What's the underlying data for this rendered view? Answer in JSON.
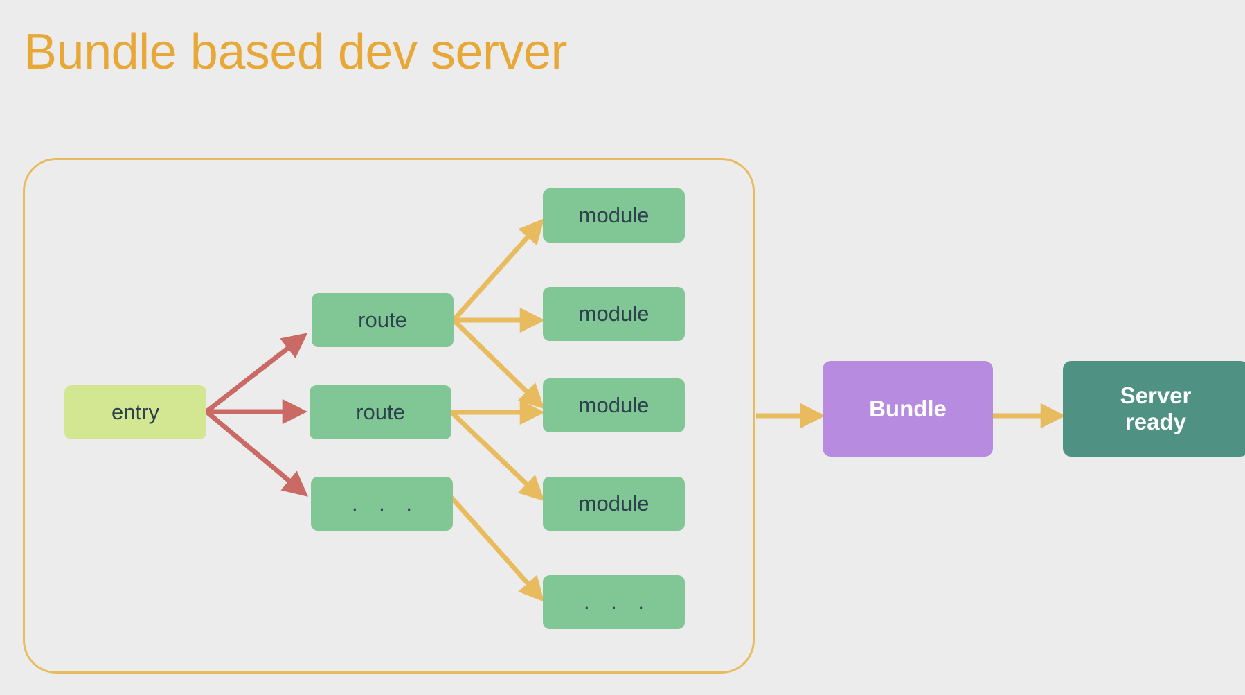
{
  "page": {
    "background_color": "#ececec",
    "title": "Bundle based dev server",
    "title_color": "#e8a838"
  },
  "colors": {
    "entry_fill": "#d3e691",
    "node_fill": "#80c795",
    "node_text": "#2d414d",
    "bundle_fill": "#b78ce0",
    "server_fill": "#4f9183",
    "red_arrow": "#c96a64",
    "amber_arrow": "#e8bc5e",
    "group_border": "#e8bc5e"
  },
  "group": {
    "name": "bundling-group"
  },
  "nodes": {
    "entry": {
      "label": "entry"
    },
    "routes": [
      {
        "id": "route-1",
        "label": "route"
      },
      {
        "id": "route-2",
        "label": "route"
      },
      {
        "id": "route-ellipsis",
        "label": ". . ."
      }
    ],
    "modules": [
      {
        "id": "module-1",
        "label": "module"
      },
      {
        "id": "module-2",
        "label": "module"
      },
      {
        "id": "module-3",
        "label": "module"
      },
      {
        "id": "module-4",
        "label": "module"
      },
      {
        "id": "module-ellipsis",
        "label": ". . ."
      }
    ],
    "bundle": {
      "label": "Bundle"
    },
    "server": {
      "label": "Server\nready"
    }
  },
  "edges": [
    {
      "from": "entry",
      "to": "route-1",
      "color": "#c96a64"
    },
    {
      "from": "entry",
      "to": "route-2",
      "color": "#c96a64"
    },
    {
      "from": "entry",
      "to": "route-ellipsis",
      "color": "#c96a64"
    },
    {
      "from": "route-1",
      "to": "module-1",
      "color": "#e8bc5e"
    },
    {
      "from": "route-1",
      "to": "module-2",
      "color": "#e8bc5e"
    },
    {
      "from": "route-1",
      "to": "module-3",
      "color": "#e8bc5e"
    },
    {
      "from": "route-2",
      "to": "module-3",
      "color": "#e8bc5e"
    },
    {
      "from": "route-2",
      "to": "module-4",
      "color": "#e8bc5e"
    },
    {
      "from": "route-ellipsis",
      "to": "module-ellipsis",
      "color": "#e8bc5e"
    },
    {
      "from": "bundling-group",
      "to": "bundle",
      "color": "#e8bc5e"
    },
    {
      "from": "bundle",
      "to": "server",
      "color": "#e8bc5e"
    }
  ]
}
